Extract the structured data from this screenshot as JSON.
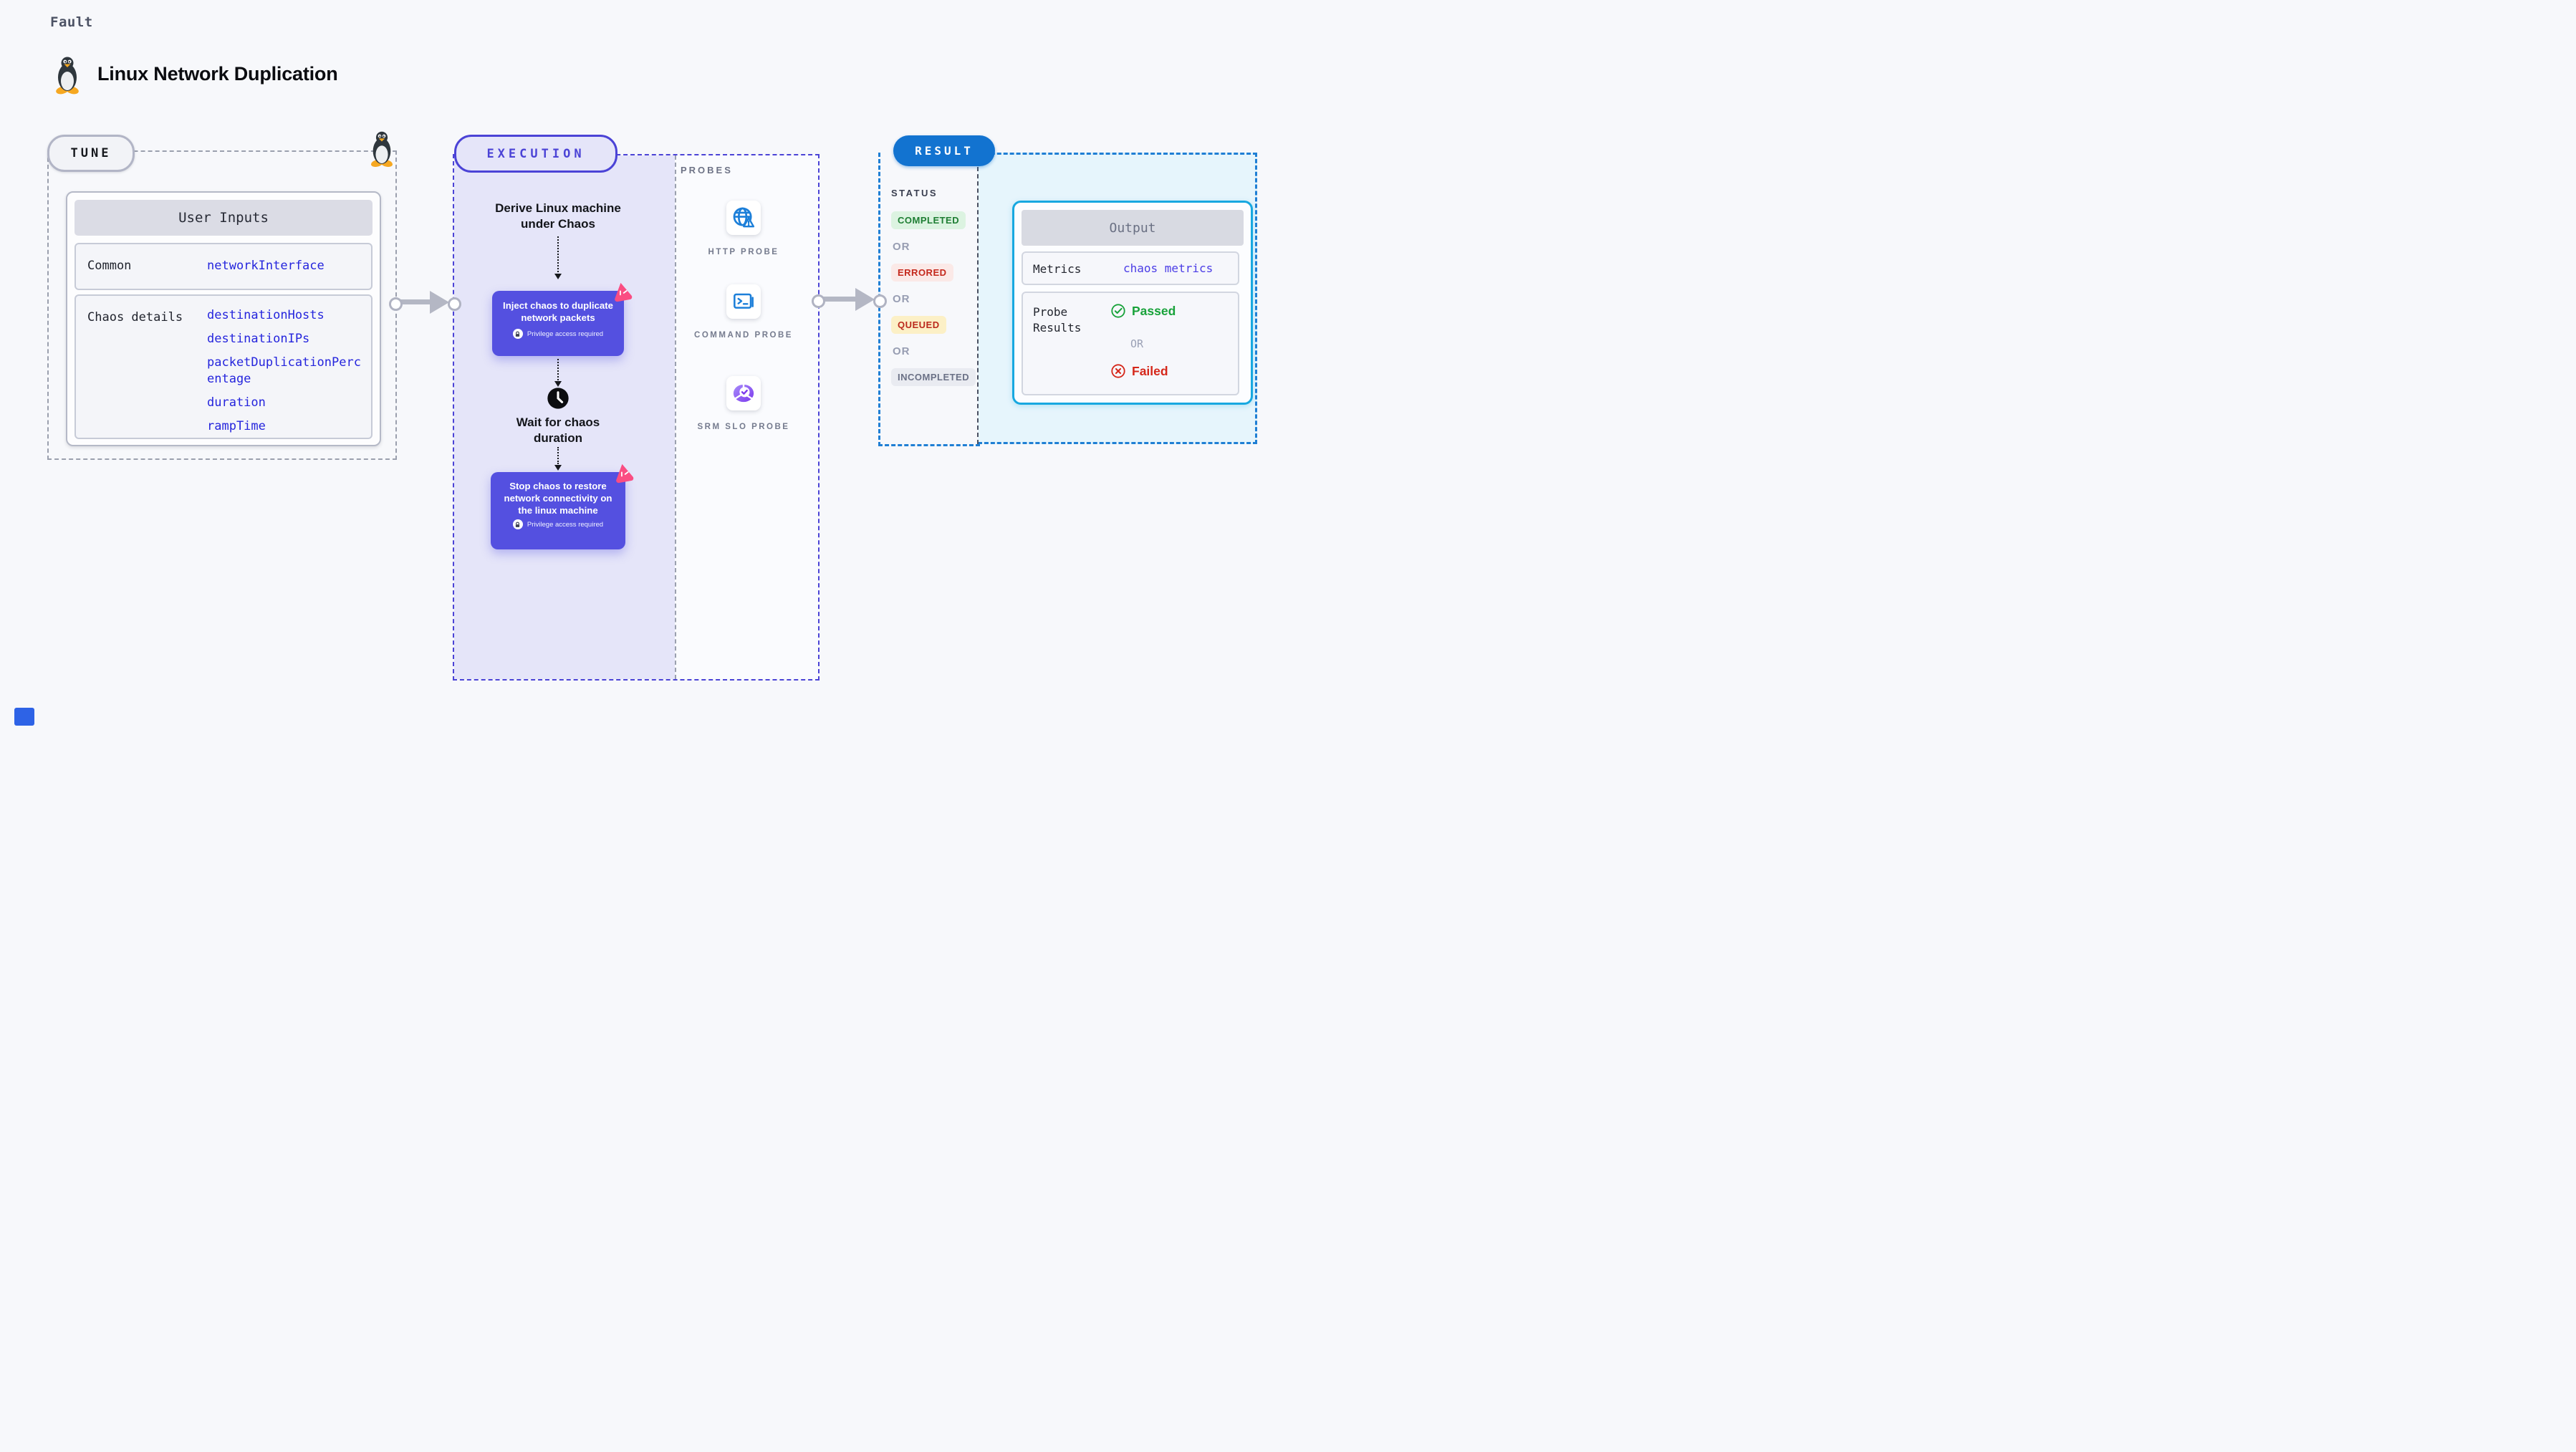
{
  "header": {
    "kicker": "Fault",
    "title": "Linux Network Duplication"
  },
  "tune": {
    "badge": "TUNE",
    "table": {
      "header": "User Inputs",
      "row1_label": "Common",
      "row1_value": "networkInterface",
      "row2_label": "Chaos details",
      "row2_values": [
        "destinationHosts",
        "destinationIPs",
        "packetDuplicationPercentage",
        "duration",
        "rampTime"
      ]
    }
  },
  "execution": {
    "badge": "EXECUTION",
    "derive_text": "Derive Linux machine under Chaos",
    "inject_text": "Inject chaos to duplicate network packets",
    "privilege_text": "Privilege access required",
    "wait_text": "Wait for chaos duration",
    "stop_text": "Stop chaos to restore network connectivity on the linux machine",
    "probes": {
      "label": "PROBES",
      "items": [
        {
          "label": "HTTP PROBE",
          "icon": "globe-alert-icon"
        },
        {
          "label": "COMMAND PROBE",
          "icon": "terminal-icon"
        },
        {
          "label": "SRM SLO PROBE",
          "icon": "slo-donut-icon"
        }
      ]
    }
  },
  "result": {
    "badge": "RESULT",
    "status": {
      "label": "STATUS",
      "separator": "OR",
      "items": [
        {
          "text": "COMPLETED",
          "fg": "#1e7e33",
          "bg": "#dcf3e1"
        },
        {
          "text": "ERRORED",
          "fg": "#c4281c",
          "bg": "#fbe9e7"
        },
        {
          "text": "QUEUED",
          "fg": "#bb2a1d",
          "bg": "#fcf0c6"
        },
        {
          "text": "INCOMPLETED",
          "fg": "#6b7186",
          "bg": "#e9ebf1"
        }
      ]
    },
    "output": {
      "header": "Output",
      "metrics_label": "Metrics",
      "metrics_value": "chaos metrics",
      "metrics_value_color": "#4a3ce6",
      "probe_results_label": "Probe Results",
      "passed": "Passed",
      "passed_color": "#18a23a",
      "or": "OR",
      "failed": "Failed",
      "failed_color": "#d5271a"
    }
  },
  "colors": {
    "background": "#f7f8fb",
    "input_value_blue": "#2525dd",
    "indigo_accent": "#4b43d6",
    "chaos_node_purple": "#5450e0",
    "lavender_fill": "#e5e5f9",
    "result_blue": "#1273d0",
    "cyan_border": "#17a8e0",
    "dashed_blue": "#1f7fd4",
    "pink_icon": "#fa4d82",
    "arrow_gray": "#b4b7c4"
  }
}
